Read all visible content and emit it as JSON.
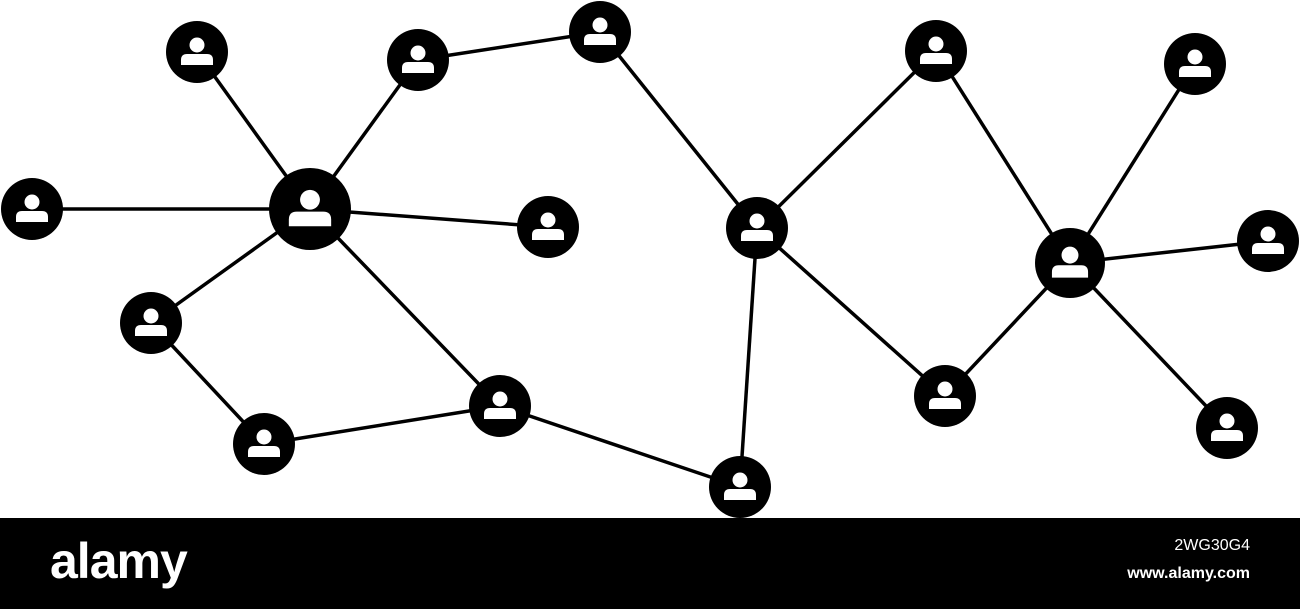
{
  "diagram": {
    "nodes": [
      {
        "id": "n1",
        "role": "user-icon"
      },
      {
        "id": "n2",
        "role": "user-icon"
      },
      {
        "id": "n3",
        "role": "user-icon"
      },
      {
        "id": "n4",
        "role": "user-icon"
      },
      {
        "id": "n5",
        "role": "user-icon",
        "hub": true
      },
      {
        "id": "n6",
        "role": "user-icon"
      },
      {
        "id": "n7",
        "role": "user-icon"
      },
      {
        "id": "n8",
        "role": "user-icon"
      },
      {
        "id": "n9",
        "role": "user-icon"
      },
      {
        "id": "n10",
        "role": "user-icon"
      },
      {
        "id": "n11",
        "role": "user-icon"
      },
      {
        "id": "n12",
        "role": "user-icon"
      },
      {
        "id": "n13",
        "role": "user-icon"
      },
      {
        "id": "n14",
        "role": "user-icon",
        "hub": true
      },
      {
        "id": "n15",
        "role": "user-icon"
      },
      {
        "id": "n16",
        "role": "user-icon"
      },
      {
        "id": "n17",
        "role": "user-icon"
      },
      {
        "id": "n18",
        "role": "user-icon"
      }
    ],
    "edges": [
      [
        "n1",
        "n5"
      ],
      [
        "n2",
        "n5"
      ],
      [
        "n2",
        "n3"
      ],
      [
        "n3",
        "n11"
      ],
      [
        "n4",
        "n5"
      ],
      [
        "n5",
        "n6"
      ],
      [
        "n5",
        "n7"
      ],
      [
        "n5",
        "n9"
      ],
      [
        "n7",
        "n8"
      ],
      [
        "n8",
        "n9"
      ],
      [
        "n9",
        "n10"
      ],
      [
        "n10",
        "n11"
      ],
      [
        "n11",
        "n12"
      ],
      [
        "n11",
        "n13"
      ],
      [
        "n12",
        "n14"
      ],
      [
        "n13",
        "n14"
      ],
      [
        "n14",
        "n15"
      ],
      [
        "n14",
        "n16"
      ],
      [
        "n14",
        "n17"
      ]
    ],
    "colors": {
      "node": "#000000",
      "edge": "#000000",
      "icon": "#ffffff"
    }
  },
  "footer": {
    "logo_text": "alamy",
    "image_id": "2WG30G4",
    "url": "www.alamy.com"
  }
}
